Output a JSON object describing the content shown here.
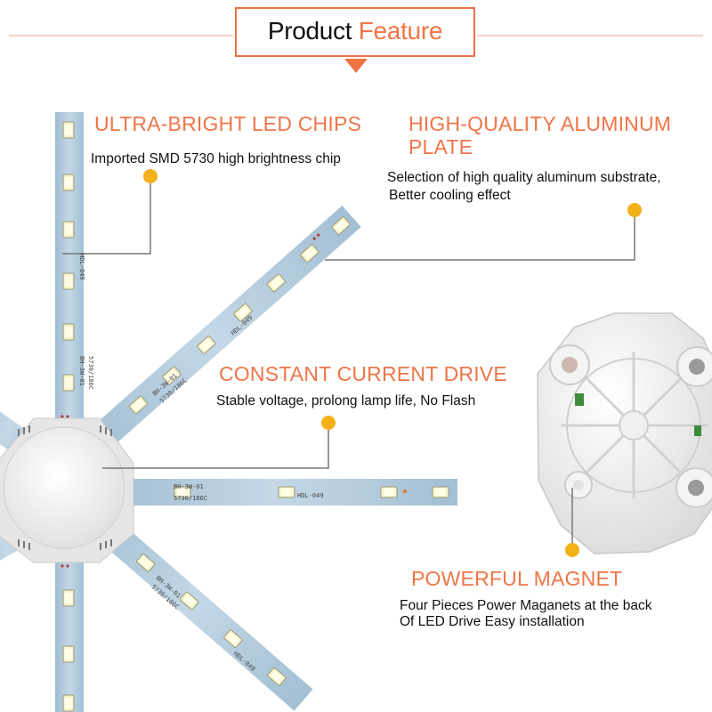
{
  "header": {
    "title_main": "Product",
    "title_accent": "Feature",
    "accent_color": "#f07544"
  },
  "features": [
    {
      "heading": "ULTRA-BRIGHT LED CHIPS",
      "description": "Imported SMD 5730 high brightness chip"
    },
    {
      "heading_line1": "HIGH-QUALITY ALUMINUM",
      "heading_line2": "PLATE",
      "description_line1": "Selection of high quality aluminum substrate,",
      "description_line2": "Better cooling effect"
    },
    {
      "heading": "CONSTANT CURRENT DRIVE",
      "description": "Stable voltage, prolong lamp life, No Flash"
    },
    {
      "heading": "POWERFUL MAGNET",
      "description_line1": "Four Pieces Power Maganets at the back",
      "description_line2": "Of LED Drive Easy installation"
    }
  ],
  "pcb_markings": {
    "model_code": "BH-3W-01",
    "chip_code": "5730/186C",
    "board_code": "HDL-049"
  },
  "colors": {
    "heading": "#f07548",
    "callout_dot": "#f4b018",
    "pcb": "#b4ccde",
    "led": "#f5f2c8"
  }
}
